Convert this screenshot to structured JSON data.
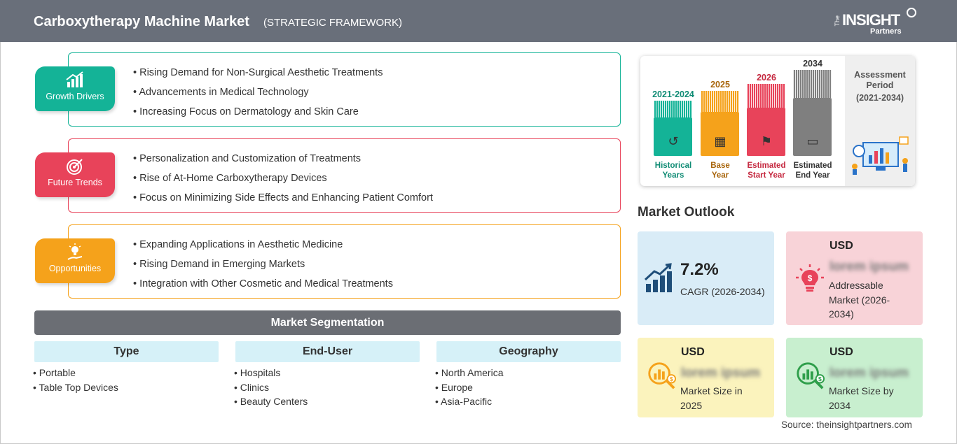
{
  "header": {
    "title": "Carboxytherapy Machine Market",
    "subtitle": "(STRATEGIC FRAMEWORK)",
    "logo": {
      "the": "The",
      "insight": "INSIGHT",
      "partners": "Partners"
    }
  },
  "framework": {
    "growth_drivers": {
      "label": "Growth Drivers",
      "color": "#14b397",
      "items": [
        "Rising Demand for Non-Surgical Aesthetic Treatments",
        "Advancements in Medical Technology",
        "Increasing Focus on Dermatology and Skin Care"
      ]
    },
    "future_trends": {
      "label": "Future Trends",
      "color": "#e8435a",
      "items": [
        "Personalization and Customization of Treatments",
        "Rise of At-Home Carboxytherapy Devices",
        "Focus on Minimizing Side Effects and Enhancing Patient Comfort"
      ]
    },
    "opportunities": {
      "label": "Opportunities",
      "color": "#f5a21b",
      "items": [
        "Expanding Applications in Aesthetic Medicine",
        "Rising Demand in Emerging Markets",
        "Integration with Other Cosmetic and Medical Treatments"
      ]
    }
  },
  "segmentation": {
    "title": "Market Segmentation",
    "columns": [
      {
        "head": "Type",
        "items": [
          "Portable",
          "Table Top Devices"
        ]
      },
      {
        "head": "End-User",
        "items": [
          "Hospitals",
          "Clinics",
          "Beauty Centers"
        ]
      },
      {
        "head": "Geography",
        "items": [
          "North America",
          "Europe",
          "Asia-Pacific"
        ]
      }
    ]
  },
  "timeline": {
    "columns": [
      {
        "year": "2021-2024",
        "label": [
          "Historical",
          "Years"
        ],
        "color": "#14b397",
        "year_color": "#0f8b74",
        "icon": "history-icon"
      },
      {
        "year": "2025",
        "label": [
          "Base",
          "Year"
        ],
        "color": "#f5a21b",
        "year_color": "#a8650b",
        "icon": "calendar-icon"
      },
      {
        "year": "2026",
        "label": [
          "Estimated",
          "Start Year"
        ],
        "color": "#e8435a",
        "year_color": "#c5283f",
        "icon": "start-icon"
      },
      {
        "year": "2034",
        "label": [
          "Estimated",
          "End Year"
        ],
        "color": "#7f7f7f",
        "year_color": "#333333",
        "icon": "monitor-icon"
      }
    ],
    "assessment": {
      "title": "Assessment Period",
      "period": "(2021-2034)"
    }
  },
  "outlook": {
    "title": "Market Outlook",
    "cagr": {
      "value": "7.2%",
      "label": "CAGR (2026-2034)",
      "bg": "#d9ecf7"
    },
    "addressable": {
      "usd": "USD",
      "value": "lorem ipsum",
      "label": [
        "Addressable",
        "Market (2026-",
        "2034)"
      ],
      "bg": "#f8d3d8"
    },
    "size_2025": {
      "usd": "USD",
      "value": "lorem ipsum",
      "label": [
        "Market Size in",
        "2025"
      ],
      "bg": "#fbf3bd"
    },
    "size_2034": {
      "usd": "USD",
      "value": "lorem ipsum",
      "label": [
        "Market Size by",
        "2034"
      ],
      "bg": "#c8efcf"
    }
  },
  "source": "Source: theinsightpartners.com"
}
